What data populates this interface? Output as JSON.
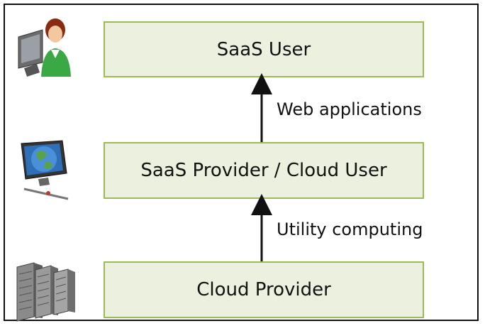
{
  "nodes": {
    "saas_user": "SaaS User",
    "saas_provider": "SaaS Provider / Cloud User",
    "cloud_provider": "Cloud Provider"
  },
  "edges": {
    "web": "Web applications",
    "utility": "Utility computing"
  },
  "icons": {
    "user": "user-at-computer-icon",
    "provider": "globe-monitor-icon",
    "cloud": "server-rack-icon"
  },
  "colors": {
    "box_fill": "#ebf1de",
    "box_border": "#9bbb59",
    "arrow": "#111111"
  }
}
